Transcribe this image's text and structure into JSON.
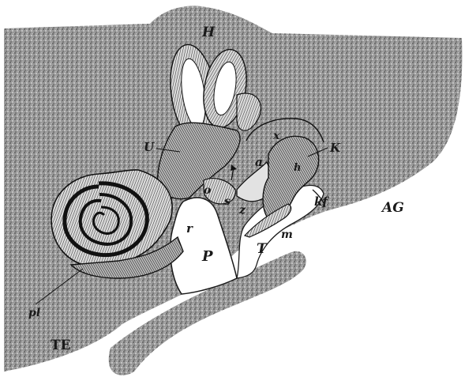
{
  "diagram": {
    "labels": {
      "H": "H",
      "U": "U",
      "x": "x",
      "K": "K",
      "h": "h",
      "a": "a",
      "o": "o",
      "s": "s",
      "z": "z",
      "kf": "kf",
      "AG": "AG",
      "r": "r",
      "m": "m",
      "P": "P",
      "T": "T",
      "pl": "pl",
      "TE": "TE"
    }
  }
}
